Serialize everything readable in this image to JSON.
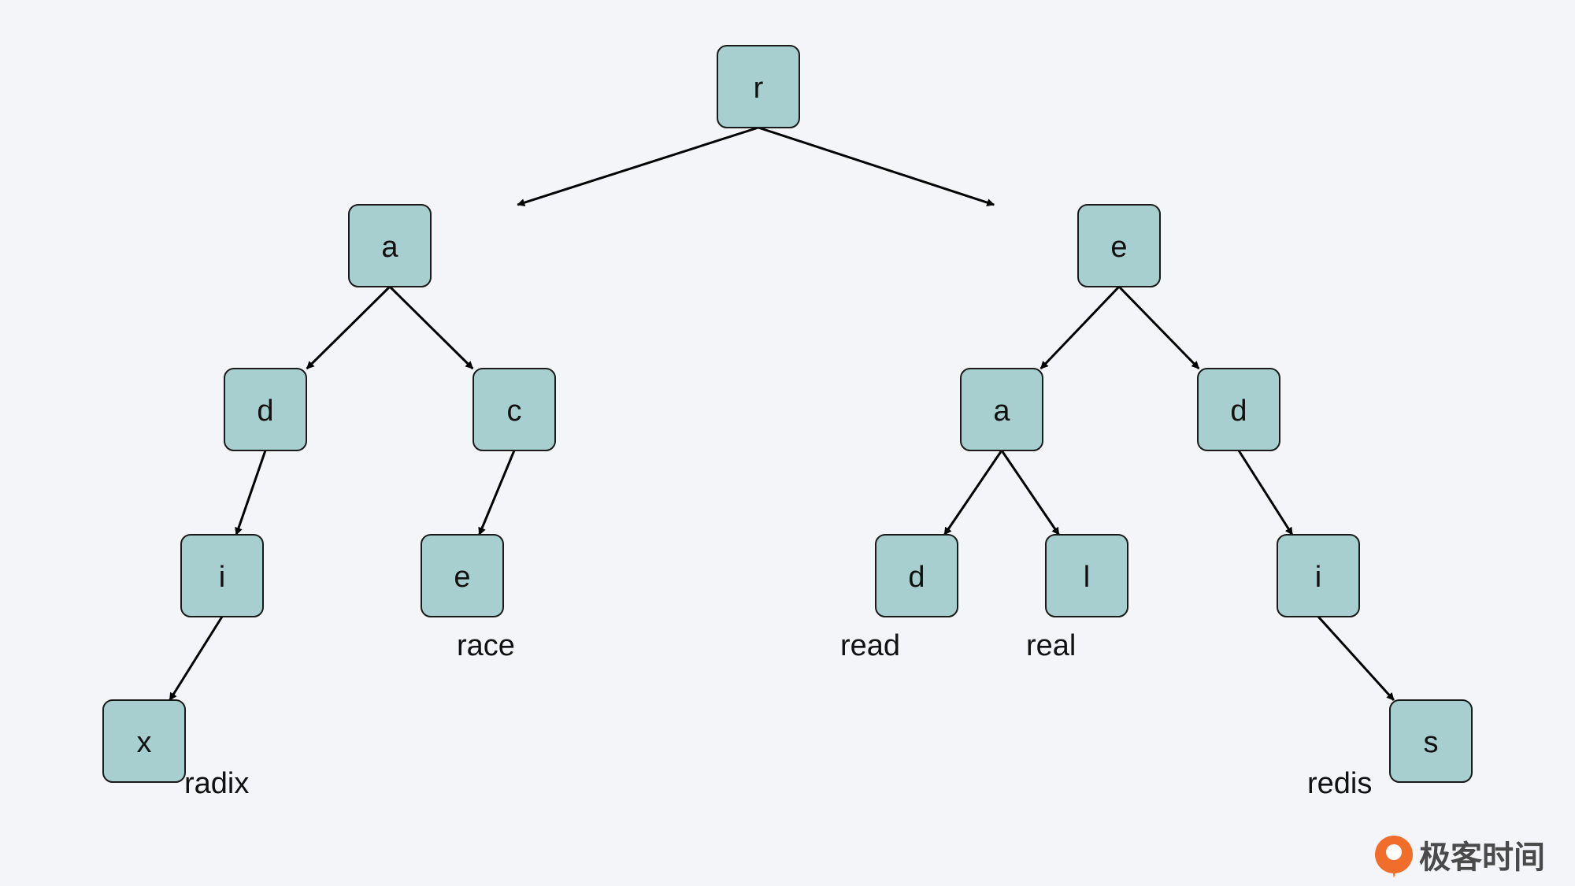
{
  "diagram": {
    "type": "radix-tree",
    "nodes": [
      {
        "id": "root",
        "label": "r"
      },
      {
        "id": "a1",
        "label": "a"
      },
      {
        "id": "e1",
        "label": "e"
      },
      {
        "id": "d1",
        "label": "d"
      },
      {
        "id": "c1",
        "label": "c"
      },
      {
        "id": "a2",
        "label": "a"
      },
      {
        "id": "d2",
        "label": "d"
      },
      {
        "id": "i1",
        "label": "i"
      },
      {
        "id": "e2",
        "label": "e"
      },
      {
        "id": "d3",
        "label": "d"
      },
      {
        "id": "l1",
        "label": "l"
      },
      {
        "id": "i2",
        "label": "i"
      },
      {
        "id": "x1",
        "label": "x"
      },
      {
        "id": "s1",
        "label": "s"
      }
    ],
    "edges": [
      {
        "from": "root",
        "to": "a1"
      },
      {
        "from": "root",
        "to": "e1"
      },
      {
        "from": "a1",
        "to": "d1"
      },
      {
        "from": "a1",
        "to": "c1"
      },
      {
        "from": "d1",
        "to": "i1"
      },
      {
        "from": "i1",
        "to": "x1"
      },
      {
        "from": "c1",
        "to": "e2"
      },
      {
        "from": "e1",
        "to": "a2"
      },
      {
        "from": "e1",
        "to": "d2"
      },
      {
        "from": "a2",
        "to": "d3"
      },
      {
        "from": "a2",
        "to": "l1"
      },
      {
        "from": "d2",
        "to": "i2"
      },
      {
        "from": "i2",
        "to": "s1"
      }
    ],
    "words": [
      {
        "node": "x1",
        "text": "radix"
      },
      {
        "node": "e2",
        "text": "race"
      },
      {
        "node": "d3",
        "text": "read"
      },
      {
        "node": "l1",
        "text": "real"
      },
      {
        "node": "s1",
        "text": "redis"
      }
    ]
  },
  "brand": {
    "name": "极客时间",
    "logo_icon": "geektime-logo-icon",
    "logo_color": "#f06d2b"
  }
}
